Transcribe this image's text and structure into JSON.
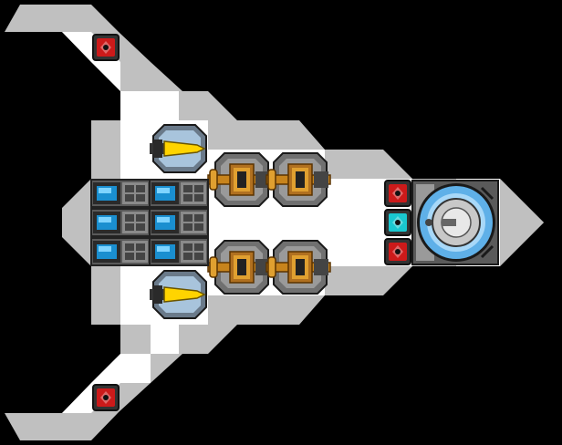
{
  "ship": {
    "hull_colors": {
      "gray": "#c0c0c0",
      "white": "#ffffff",
      "space": "#000000"
    },
    "bays": [
      {
        "kind": "sensor-red",
        "color": "#cc1a1a"
      },
      {
        "kind": "sensor-red",
        "color": "#cc1a1a"
      },
      {
        "kind": "laser-cannon",
        "color": "#ffd400"
      },
      {
        "kind": "laser-cannon",
        "color": "#ffd400"
      },
      {
        "kind": "pulse-turret",
        "color": "#c8841c"
      },
      {
        "kind": "pulse-turret",
        "color": "#c8841c"
      },
      {
        "kind": "pulse-turret",
        "color": "#c8841c"
      },
      {
        "kind": "pulse-turret",
        "color": "#c8841c"
      },
      {
        "kind": "shield-generator",
        "color": "#1a8fd0"
      },
      {
        "kind": "shield-generator",
        "color": "#1a8fd0"
      },
      {
        "kind": "shield-generator",
        "color": "#1a8fd0"
      },
      {
        "kind": "shield-generator",
        "color": "#1a8fd0"
      },
      {
        "kind": "shield-generator",
        "color": "#1a8fd0"
      },
      {
        "kind": "shield-generator",
        "color": "#1a8fd0"
      },
      {
        "kind": "bridge-node-red",
        "color": "#cc1a1a"
      },
      {
        "kind": "bridge-node-cyan",
        "color": "#1ac8d0"
      },
      {
        "kind": "bridge-node-red",
        "color": "#cc1a1a"
      },
      {
        "kind": "command-dome",
        "color": "#5fb0e8"
      }
    ]
  }
}
